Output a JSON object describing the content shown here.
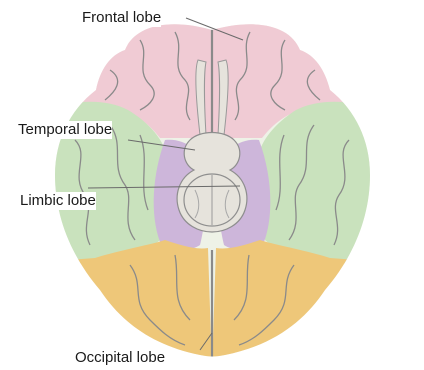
{
  "diagram": {
    "labels": {
      "frontal": "Frontal lobe",
      "temporal": "Temporal lobe",
      "limbic": "Limbic lobe",
      "occipital": "Occipital lobe"
    },
    "colors": {
      "frontal": "#f0cbd4",
      "temporal": "#c9e2bd",
      "limbic": "#cdb6da",
      "occipital": "#eec779",
      "brainstem": "#e6e3dc",
      "gyri_line": "#8a8a8a",
      "leader_line": "#6a6a6a"
    }
  }
}
